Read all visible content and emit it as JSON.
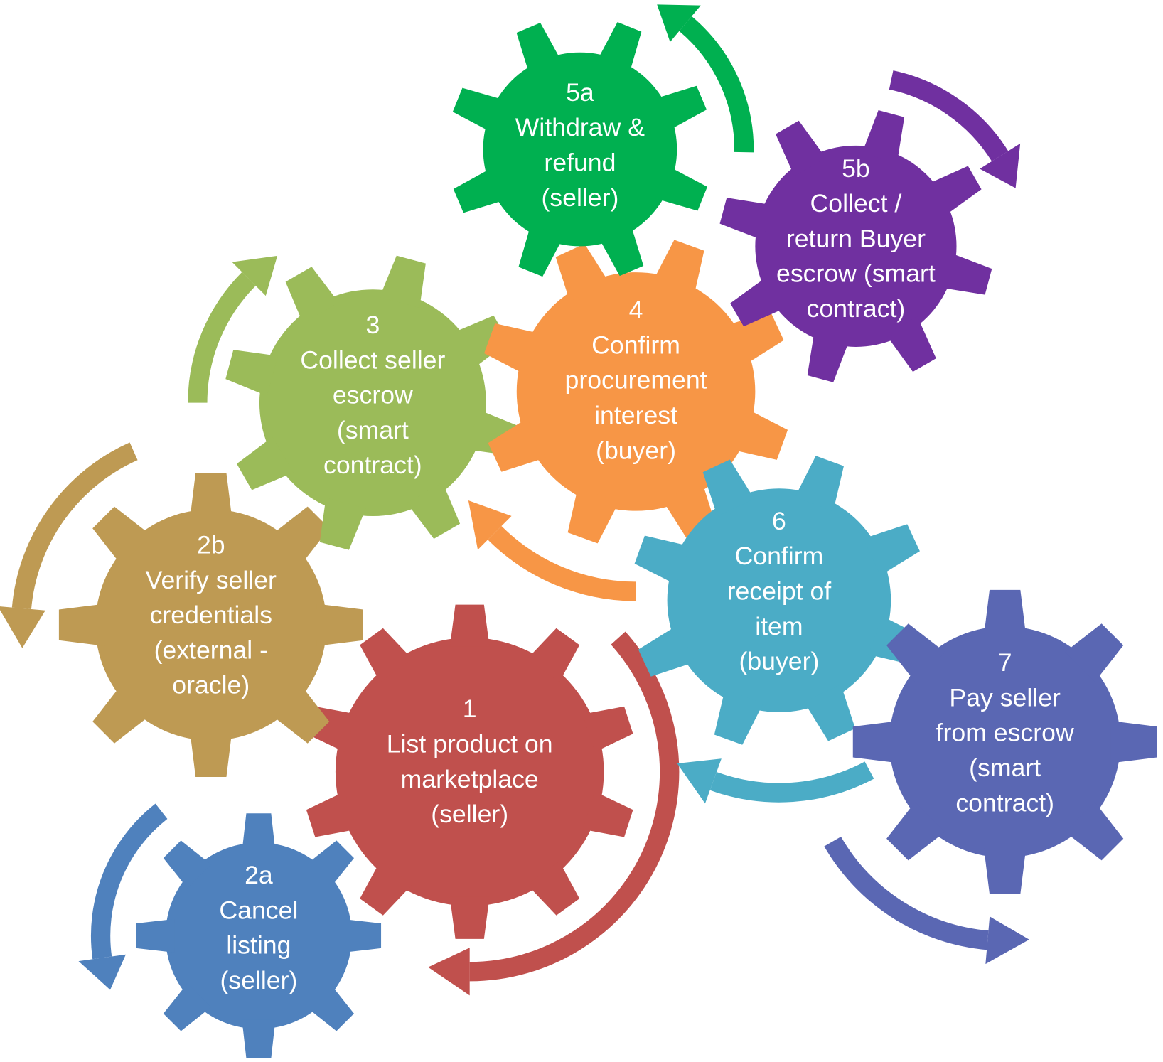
{
  "title": "Marketplace escrow smart contract process",
  "gears": [
    {
      "id": "1",
      "lines": [
        "1",
        "List product on",
        "marketplace",
        "(seller)"
      ],
      "color": "#C0504D"
    },
    {
      "id": "2a",
      "lines": [
        "2a",
        "Cancel",
        "listing",
        "(seller)"
      ],
      "color": "#4F81BD"
    },
    {
      "id": "2b",
      "lines": [
        "2b",
        "Verify seller",
        "credentials",
        "(external -",
        "oracle)"
      ],
      "color": "#BE9A53"
    },
    {
      "id": "3",
      "lines": [
        "3",
        "Collect seller",
        "escrow",
        "(smart",
        "contract)"
      ],
      "color": "#9BBB59"
    },
    {
      "id": "4",
      "lines": [
        "4",
        "Confirm",
        "procurement",
        "interest",
        "(buyer)"
      ],
      "color": "#F79646"
    },
    {
      "id": "5a",
      "lines": [
        "5a",
        "Withdraw &",
        "refund",
        "(seller)"
      ],
      "color": "#00B050"
    },
    {
      "id": "5b",
      "lines": [
        "5b",
        "Collect /",
        "return Buyer",
        "escrow (smart",
        "contract)"
      ],
      "color": "#7030A0"
    },
    {
      "id": "6",
      "lines": [
        "6",
        "Confirm",
        "receipt of",
        "item",
        "(buyer)"
      ],
      "color": "#4BACC6"
    },
    {
      "id": "7",
      "lines": [
        "7",
        "Pay seller",
        "from escrow",
        "(smart",
        "contract)"
      ],
      "color": "#5A67B3"
    }
  ]
}
